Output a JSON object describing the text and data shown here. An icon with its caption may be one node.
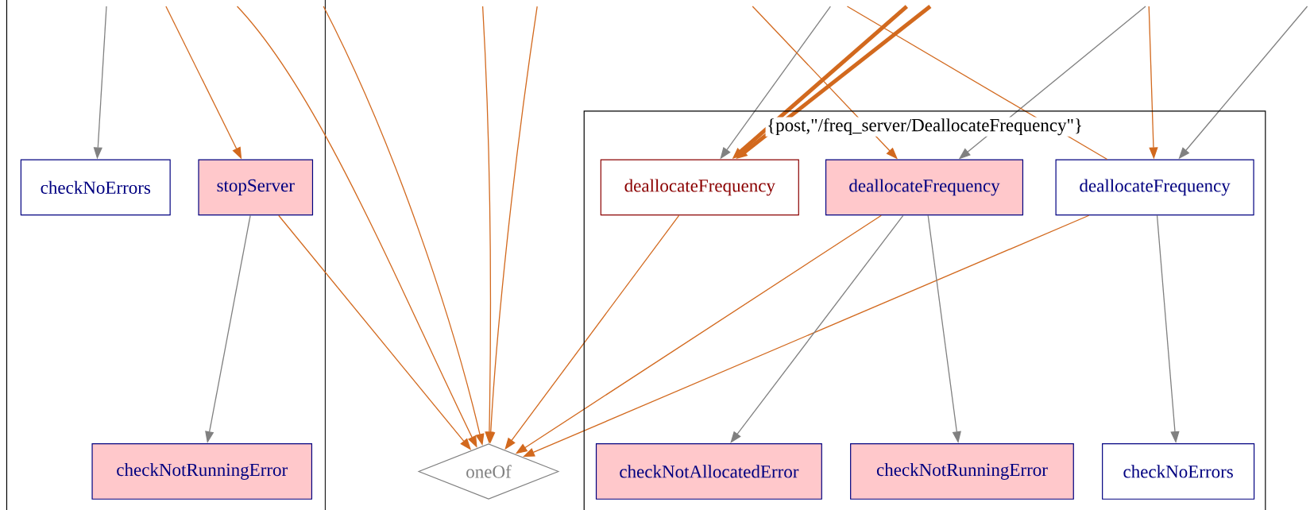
{
  "diagram": {
    "nodes": [
      {
        "text": [
          "checkNoErrors"
        ]
      },
      {
        "text": [
          "stopServer"
        ]
      },
      {
        "text": [
          "checkNotRunningError"
        ]
      },
      {
        "text": [
          "oneOf"
        ]
      },
      {
        "text": [
          "{post,\"/freq_server/DeallocateFrequency\"}"
        ]
      },
      {
        "text": [
          "deallocateFrequency"
        ],
        "in": 4
      },
      {
        "text": [
          "deallocateFrequency"
        ],
        "in": 4
      },
      {
        "text": [
          "deallocateFrequency"
        ],
        "in": 4
      },
      {
        "text": [
          "checkNotAllocatedError"
        ],
        "in": 4
      },
      {
        "text": [
          "checkNotRunningError"
        ],
        "in": 4
      },
      {
        "text": [
          "checkNoErrors"
        ],
        "in": 4
      }
    ],
    "edges": [
      {
        "from": null,
        "to": 0,
        "arrow": "to",
        "color": "#808080"
      },
      {
        "from": null,
        "to": 1,
        "arrow": "to"
      },
      {
        "from": 1,
        "to": 2,
        "arrow": "to",
        "color": "#808080"
      },
      {
        "from": 1,
        "to": 3,
        "arrow": "to"
      },
      {
        "from": null,
        "to": 3,
        "arrow": "to"
      },
      {
        "from": null,
        "to": 3,
        "arrow": "to"
      },
      {
        "from": null,
        "to": 3,
        "arrow": "to"
      },
      {
        "from": null,
        "to": 3,
        "arrow": "to"
      },
      {
        "from": null,
        "to": 5,
        "arrow": "to",
        "color": "#808080"
      },
      {
        "from": null,
        "to": 5,
        "arrow": "to",
        "style": "thick"
      },
      {
        "from": null,
        "to": 5,
        "arrow": "to",
        "style": "thick"
      },
      {
        "from": null,
        "to": 6,
        "arrow": "to"
      },
      {
        "from": null,
        "to": 6,
        "arrow": "to",
        "color": "#808080"
      },
      {
        "from": null,
        "to": 7,
        "arrow": "to"
      },
      {
        "from": null,
        "to": 7,
        "arrow": "to",
        "color": "#808080"
      },
      {
        "from": 7,
        "to": null,
        "arrow": "none"
      },
      {
        "from": 5,
        "to": 3,
        "arrow": "to"
      },
      {
        "from": 6,
        "to": 3,
        "arrow": "to"
      },
      {
        "from": 7,
        "to": 3,
        "arrow": "to"
      },
      {
        "from": 6,
        "to": 8,
        "arrow": "to",
        "color": "#808080"
      },
      {
        "from": 6,
        "to": 9,
        "arrow": "to",
        "color": "#808080"
      },
      {
        "from": 7,
        "to": 10,
        "arrow": "to",
        "color": "#808080"
      }
    ]
  }
}
